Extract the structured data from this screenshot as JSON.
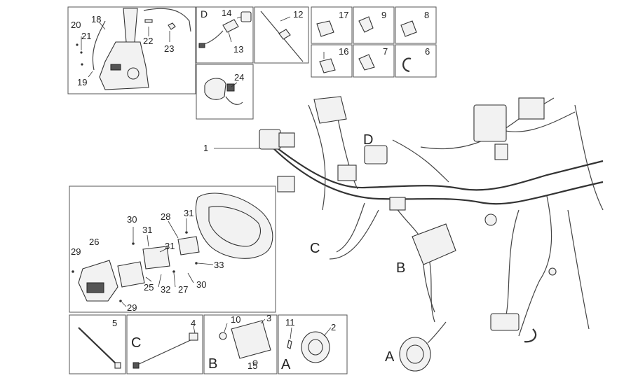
{
  "callouts": {
    "n1": "1",
    "n2": "2",
    "n3": "3",
    "n4": "4",
    "n5": "5",
    "n6": "6",
    "n7": "7",
    "n8": "8",
    "n9": "9",
    "n10": "10",
    "n11": "11",
    "n12": "12",
    "n13": "13",
    "n14": "14",
    "n15": "15",
    "n16": "16",
    "n17": "17",
    "n18": "18",
    "n19": "19",
    "n20": "20",
    "n21": "21",
    "n22": "22",
    "n23": "23",
    "n24": "24",
    "n25": "25",
    "n26": "26",
    "n27": "27",
    "n28": "28",
    "n29a": "29",
    "n29b": "29",
    "n30a": "30",
    "n30b": "30",
    "n31a": "31",
    "n31b": "31",
    "n31c": "31",
    "n32": "32",
    "n33": "33"
  },
  "letters": {
    "D_box": "D",
    "D_main": "D",
    "C_box": "C",
    "C_main": "C",
    "B_box": "B",
    "B_main": "B",
    "A_box": "A",
    "A_main": "A"
  }
}
